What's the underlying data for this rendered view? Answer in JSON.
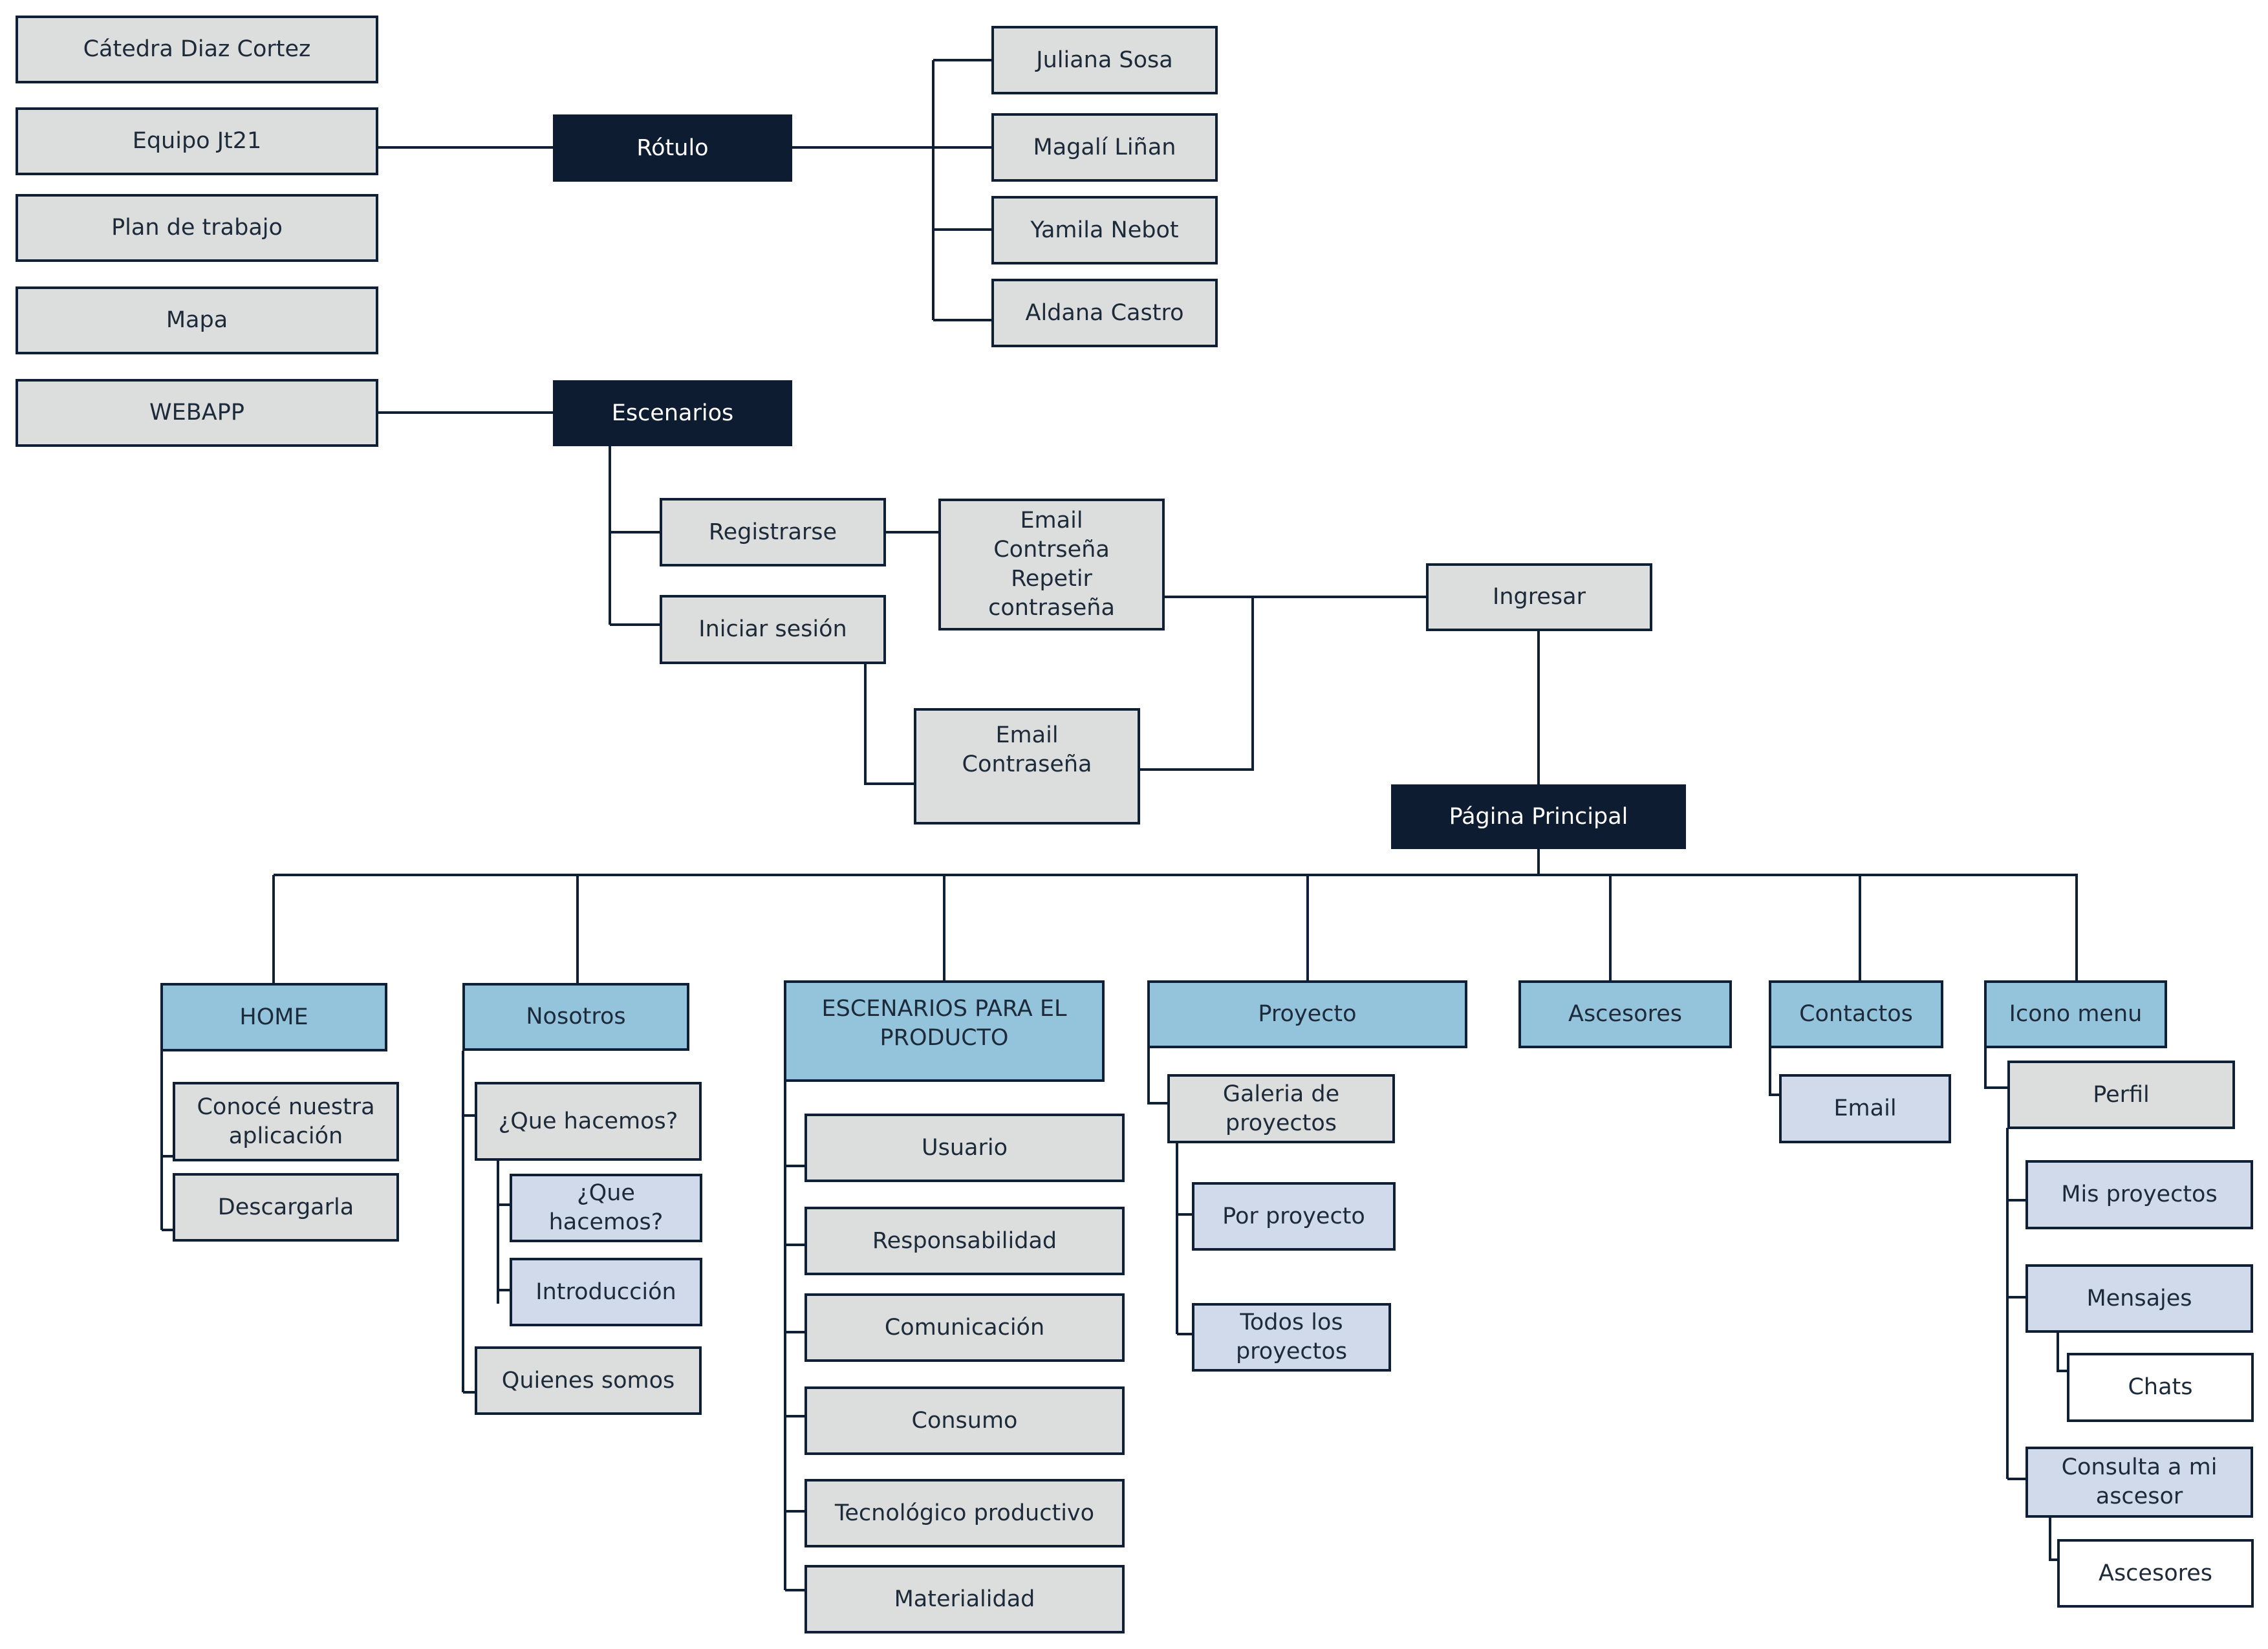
{
  "diagram": {
    "left_column": {
      "catedra": "Cátedra Diaz Cortez",
      "equipo": "Equipo Jt21",
      "plan": "Plan de trabajo",
      "mapa": "Mapa",
      "webapp": "WEBAPP"
    },
    "rotulo": {
      "title": "Rótulo",
      "members": [
        "Juliana Sosa",
        "Magalí Liñan",
        "Yamila Nebot",
        "Aldana Castro"
      ]
    },
    "escenarios": {
      "title": "Escenarios",
      "registrarse": "Registrarse",
      "register_fields": "Email\nContrseña\nRepetir contraseña",
      "iniciar_sesion": "Iniciar sesión",
      "login_fields": "Email\nContraseña",
      "ingresar": "Ingresar"
    },
    "pagina_principal": "Página Principal",
    "sections": {
      "home": {
        "title": "HOME",
        "items": [
          "Conocé nuestra\naplicación",
          "Descargarla"
        ]
      },
      "nosotros": {
        "title": "Nosotros",
        "que_hacemos": "¿Que hacemos?",
        "sub": [
          "¿Que hacemos?",
          "Introducción"
        ],
        "quienes": "Quienes somos"
      },
      "escenarios_producto": {
        "title": "ESCENARIOS PARA EL\nPRODUCTO",
        "items": [
          "Usuario",
          "Responsabilidad",
          "Comunicación",
          "Consumo",
          "Tecnológico productivo",
          "Materialidad"
        ]
      },
      "proyecto": {
        "title": "Proyecto",
        "galeria": "Galeria de\nproyectos",
        "sub": [
          "Por proyecto",
          "Todos los\nproyectos"
        ]
      },
      "ascesores": {
        "title": "Ascesores"
      },
      "contactos": {
        "title": "Contactos",
        "items": [
          "Email"
        ]
      },
      "icono_menu": {
        "title": "Icono menu",
        "perfil": "Perfil",
        "mis_proyectos": "Mis proyectos",
        "mensajes": "Mensajes",
        "chats": "Chats",
        "consulta": "Consulta a mi\nascesor",
        "ascesores": "Ascesores"
      }
    }
  },
  "colors": {
    "dark": "#0d1c31",
    "grey": "#dcdedd",
    "blue": "#93c4db",
    "lavender": "#d0daeb",
    "line": "#0f1f35"
  }
}
